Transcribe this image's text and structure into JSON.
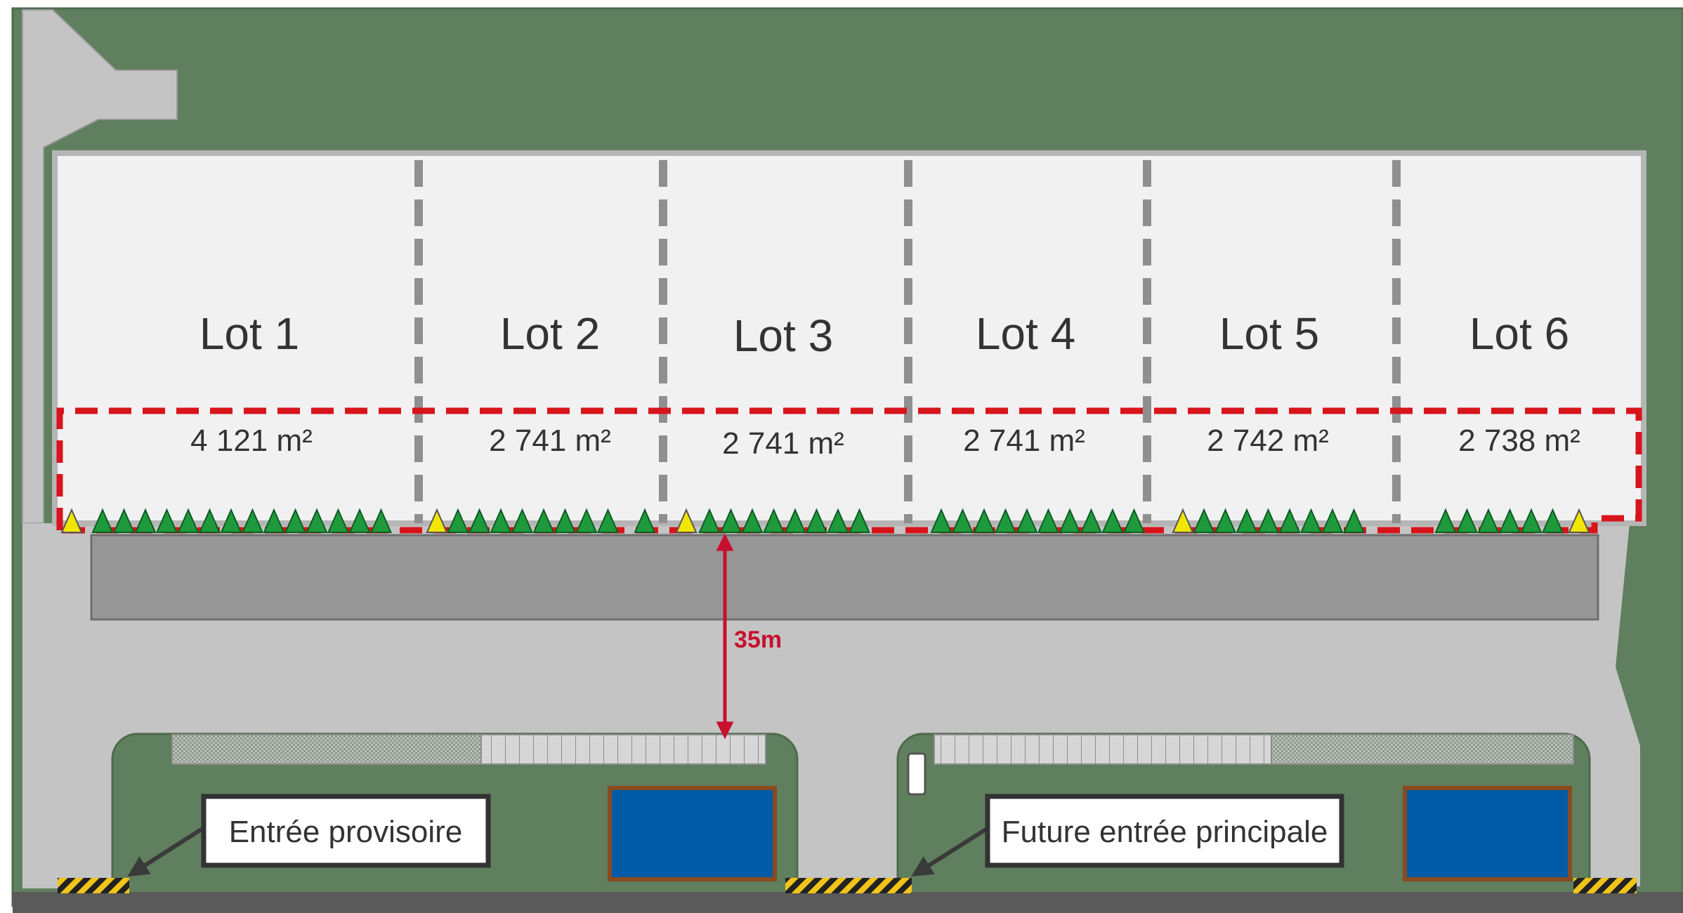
{
  "lots": [
    {
      "id": "lot1",
      "name": "Lot 1",
      "area": "4 121 m²"
    },
    {
      "id": "lot2",
      "name": "Lot 2",
      "area": "2 741 m²"
    },
    {
      "id": "lot3",
      "name": "Lot 3",
      "area": "2 741 m²"
    },
    {
      "id": "lot4",
      "name": "Lot 4",
      "area": "2 741 m²"
    },
    {
      "id": "lot5",
      "name": "Lot 5",
      "area": "2 742 m²"
    },
    {
      "id": "lot6",
      "name": "Lot 6",
      "area": "2 738 m²"
    }
  ],
  "dimension": {
    "label": "35m"
  },
  "entrances": {
    "temporary": "Entrée provisoire",
    "main": "Future entrée principale"
  },
  "colors": {
    "grass": "#5f7f5e",
    "building": "#f1f1f1",
    "road": "#c4c4c4",
    "road_dark": "#979797",
    "yard_dark": "#8a8a8a",
    "divider": "#8f8f8f",
    "highlight_dash": "#d8141b",
    "dimension": "#c8102e",
    "dock_door": "#1e9a3c",
    "dock_door_pmr": "#f2e600",
    "basin": "#005ba7",
    "basin_border": "#8a4a1e",
    "hatch_yellow": "#f0c419",
    "hatch_black": "#222222"
  }
}
